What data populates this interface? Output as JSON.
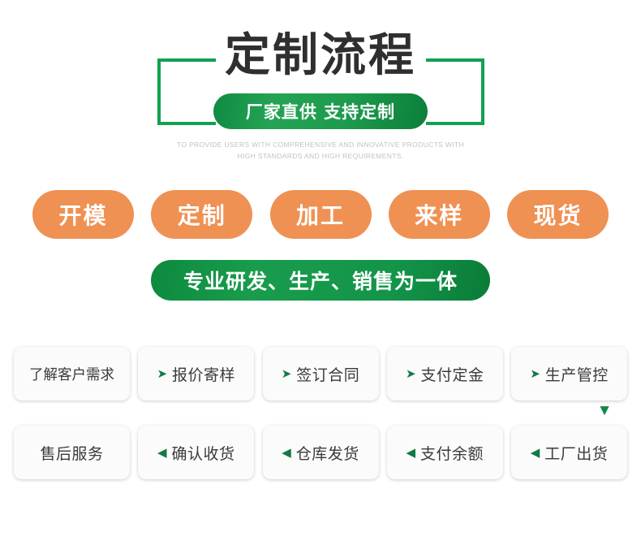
{
  "header": {
    "title": "定制流程",
    "subtitle_pill": "厂家直供 支持定制",
    "english_tagline": "TO PROVIDE USERS WITH COMPREHENSIVE AND INNOVATIVE PRODUCTS WITH HIGH STANDARDS AND HIGH REQUIREMENTS.",
    "bracket_icon_left": "bracket-left-icon",
    "bracket_icon_right": "bracket-right-icon"
  },
  "keywords": [
    {
      "label": "开模"
    },
    {
      "label": "定制"
    },
    {
      "label": "加工"
    },
    {
      "label": "来样"
    },
    {
      "label": "现货"
    }
  ],
  "slogan": {
    "label": "专业研发、生产、销售为一体"
  },
  "flow": {
    "connector_arrow": "▼",
    "connector_icon": "arrow-down-icon",
    "row1": [
      {
        "arrow": "",
        "label": "了解客户需求"
      },
      {
        "arrow": "➤",
        "label": "报价寄样"
      },
      {
        "arrow": "➤",
        "label": "签订合同"
      },
      {
        "arrow": "➤",
        "label": "支付定金"
      },
      {
        "arrow": "➤",
        "label": "生产管控"
      }
    ],
    "row2": [
      {
        "arrow": "",
        "label": "售后服务"
      },
      {
        "arrow": "◀",
        "label": "确认收货"
      },
      {
        "arrow": "◀",
        "label": "仓库发货"
      },
      {
        "arrow": "◀",
        "label": "支付余额"
      },
      {
        "arrow": "◀",
        "label": "工厂出货"
      }
    ]
  },
  "colors": {
    "green_primary": "#13a051",
    "green_dark": "#0c7f3a",
    "orange": "#ef9153",
    "title_gray": "#302f2f",
    "tagline_gray": "#c2c2c2",
    "card_bg": "#fbfbfb"
  }
}
